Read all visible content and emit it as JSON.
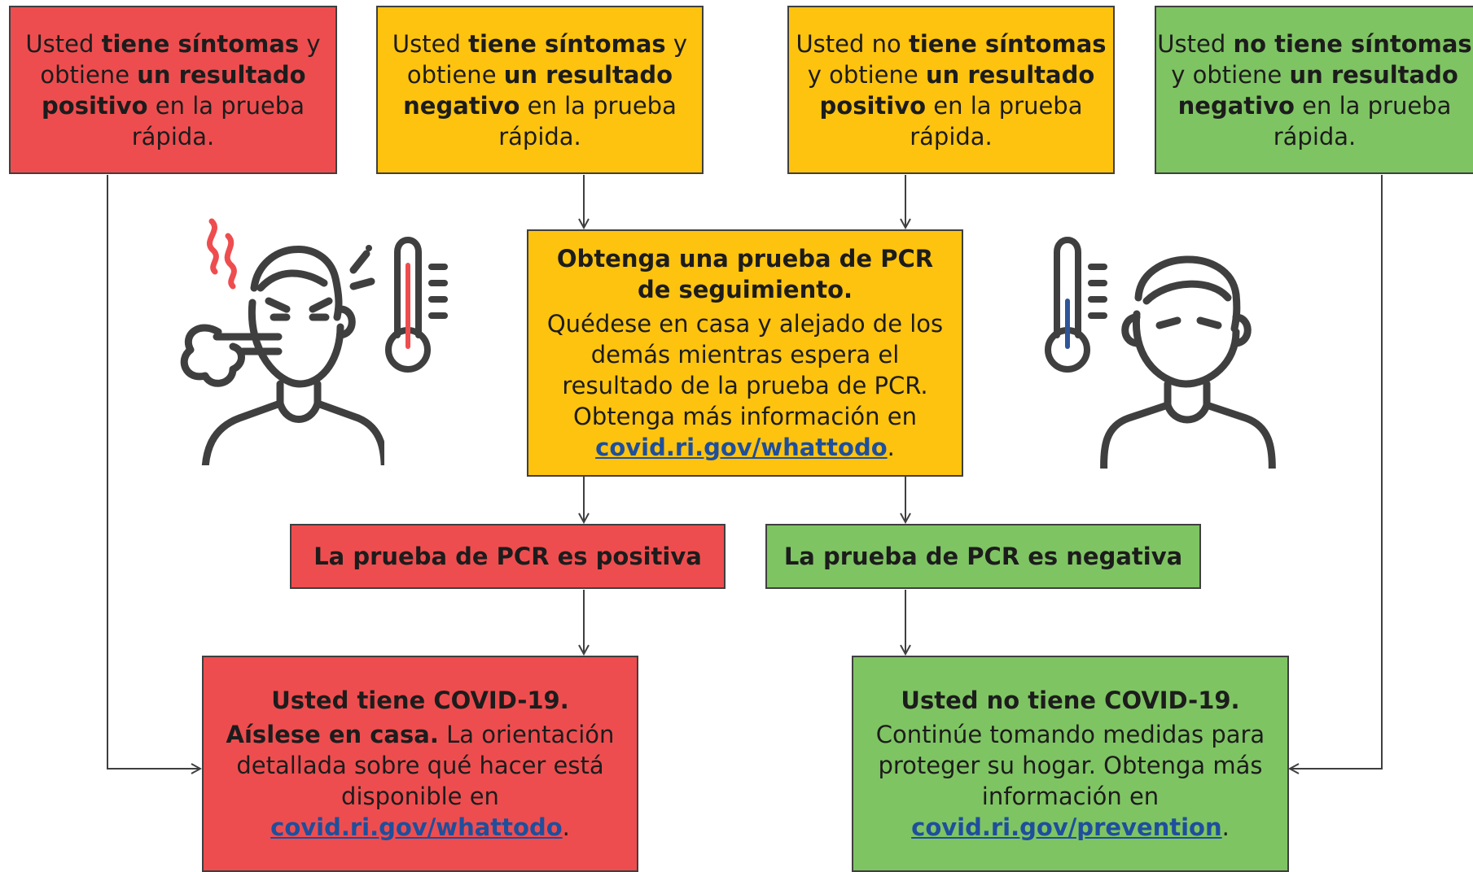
{
  "top_boxes": [
    {
      "p1": "Usted ",
      "b1": "tiene síntomas",
      "p2": " y obtiene ",
      "b2": "un resultado positivo",
      "p3": " en la prueba rápida."
    },
    {
      "p1": "Usted ",
      "b1": "tiene síntomas",
      "p2": " y obtiene ",
      "b2": "un resultado negativo",
      "p3": " en la prueba rápida."
    },
    {
      "p1": "Usted no ",
      "b1": "tiene síntomas",
      "p2": " y obtiene ",
      "b2": "un resultado positivo",
      "p3": " en la prueba rápida."
    },
    {
      "p1": "Usted ",
      "b1": "no tiene síntomas",
      "p2": " y obtiene ",
      "b2": "un resultado negativo",
      "p3": " en la prueba rápida."
    }
  ],
  "pcr_box": {
    "title": "Obtenga una prueba de PCR de seguimiento.",
    "body": "Quédese en casa y alejado de los demás mientras espera el resultado de la prueba de PCR. Obtenga más información en",
    "link": "covid.ri.gov/whattodo",
    "end": "."
  },
  "result_positive": "La prueba de PCR es positiva",
  "result_negative": "La prueba de PCR es negativa",
  "has_covid": {
    "title": "Usted tiene COVID-19.",
    "bold": "Aíslese en casa.",
    "body": " La orientación detallada sobre qué hacer está disponible en",
    "link": "covid.ri.gov/whattodo",
    "end": "."
  },
  "no_covid": {
    "title": "Usted no tiene COVID-19.",
    "body": "Continúe tomando medidas para proteger su hogar. Obtenga más información en",
    "link": "covid.ri.gov/prevention",
    "end": "."
  },
  "icons": {
    "left": "sick-person-icon",
    "left_thermo": "thermometer-high-icon",
    "right": "healthy-person-icon",
    "right_thermo": "thermometer-low-icon"
  },
  "colors": {
    "red": "#ee4d4f",
    "yellow": "#fec30f",
    "green": "#7fc463",
    "link": "#1e4f9c"
  }
}
